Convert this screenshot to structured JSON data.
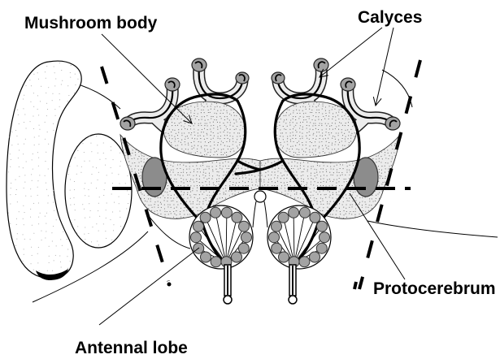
{
  "labels": {
    "mushroom_body": "Mushroom body",
    "calyces": "Calyces",
    "protocerebrum": "Protocerebrum",
    "antennal_lobe": "Antennal lobe"
  },
  "colors": {
    "stipple": "#ececec",
    "stipple_dots": "#6e6e6e",
    "glomerulus": "#a3a3a3",
    "lateral_lobe": "#8c8c8c",
    "ink": "#000000"
  }
}
